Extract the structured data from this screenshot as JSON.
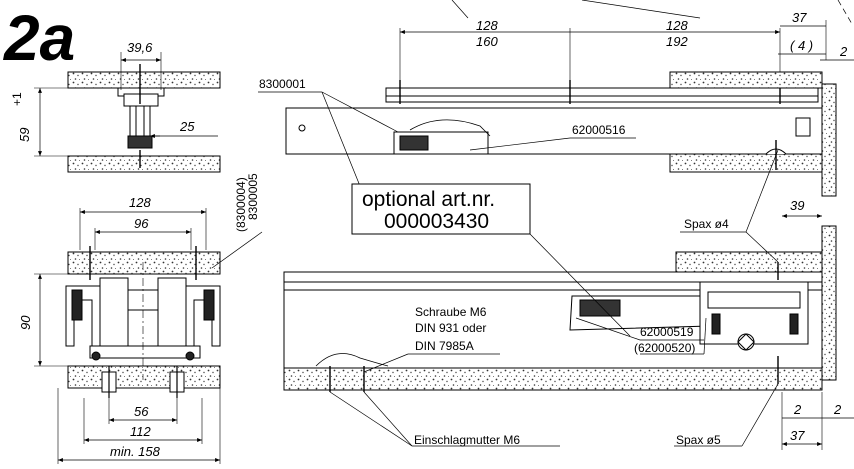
{
  "figure_label": "2a",
  "dimensions": {
    "d39_6": "39,6",
    "d59": "59",
    "d59_tol": "+1",
    "d25": "25",
    "d128_left": "128",
    "d96": "96",
    "d90": "90",
    "d56": "56",
    "d112": "112",
    "d_min158": "min. 158",
    "d128_top": "128",
    "d160": "160",
    "d128_top2": "128",
    "d192": "192",
    "d37_top": "37",
    "d4": "( 4 )",
    "d2_top": "2",
    "d39": "39",
    "d2_bot_a": "2",
    "d2_bot_b": "2",
    "d37_bot": "37"
  },
  "part_numbers": {
    "p8300001": "8300001",
    "p62000516": "62000516",
    "p8300004": "(8300004)",
    "p8300005": "8300005",
    "p62000519": "62000519",
    "p62000520": "(62000520)"
  },
  "callouts": {
    "optional_line1": "optional art.nr.",
    "optional_line2": "000003430",
    "spax4": "Spax ø4",
    "spax5": "Spax ø5",
    "screw_line1": "Schraube M6",
    "screw_line2": "DIN 931 oder",
    "screw_line3": "DIN 7985A",
    "nut": "Einschlagmutter M6"
  }
}
